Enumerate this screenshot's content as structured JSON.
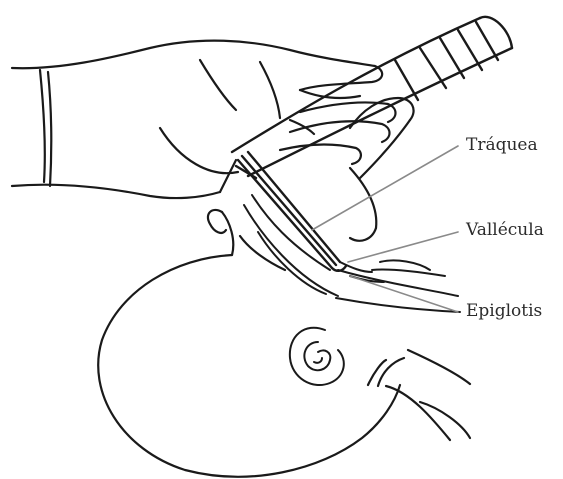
{
  "labels": {
    "traquea": "Tráquea",
    "vallecula": "Vallécula",
    "epiglotis": "Epiglotis"
  },
  "colors": {
    "ink": "#1a1a1a",
    "leader": "#8a8a8a",
    "text": "#2b2b2b",
    "background": "#ffffff"
  }
}
